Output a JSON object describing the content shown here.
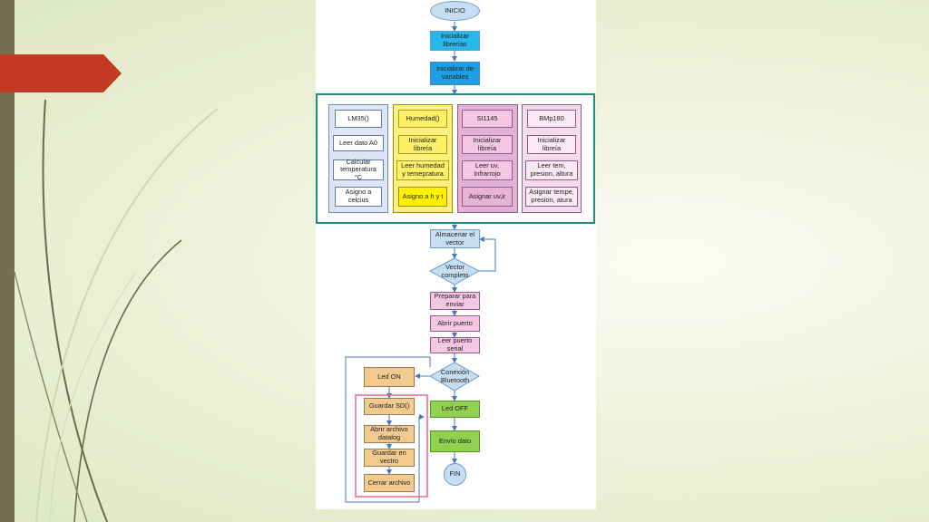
{
  "flowchart": {
    "start": "INICIO",
    "init_libs": "Inicializar librerías",
    "init_vars": "Inicializar de variables",
    "sensors": {
      "lm35": [
        "LM35()",
        "Leer dato A0",
        "Calcular temperatura °C",
        "Asigno a celcius"
      ],
      "humedad": [
        "Humedad()",
        "Inicializar libreía",
        "Leer humedad y temepratura",
        "Asigno a h y t"
      ],
      "si1145": [
        "SI1145",
        "Inicializar libreía",
        "Leer uv, Infrarrojo",
        "Asignar uv,ir"
      ],
      "bmp180": [
        "BMp180",
        "Inicializar libreía",
        "Leer tem, presion, altura",
        "Asignar tempe, presion, atura"
      ]
    },
    "store_vector": "Almacenar el vector",
    "vector_complete": "Vector completo",
    "prepare_send": "Preparar para enviar",
    "open_port": "Abrir puerto",
    "read_serial": "Leer puerto serial",
    "bt_connection": "Conexión Bluetooth",
    "led_on": "Led ON",
    "led_off": "Led OFF",
    "save_sd": "Guardar SD()",
    "open_file": "Abrir archivo datalog",
    "save_vector": "Guardar en vectro",
    "close_file": "Cerrar archivo",
    "send_data": "Envío dato",
    "end": "FIN"
  },
  "colors": {
    "accent_red": "#c0392b",
    "side_bar": "#736f50",
    "group_border": "#1e8f7a",
    "sd_border": "#e0607e"
  }
}
